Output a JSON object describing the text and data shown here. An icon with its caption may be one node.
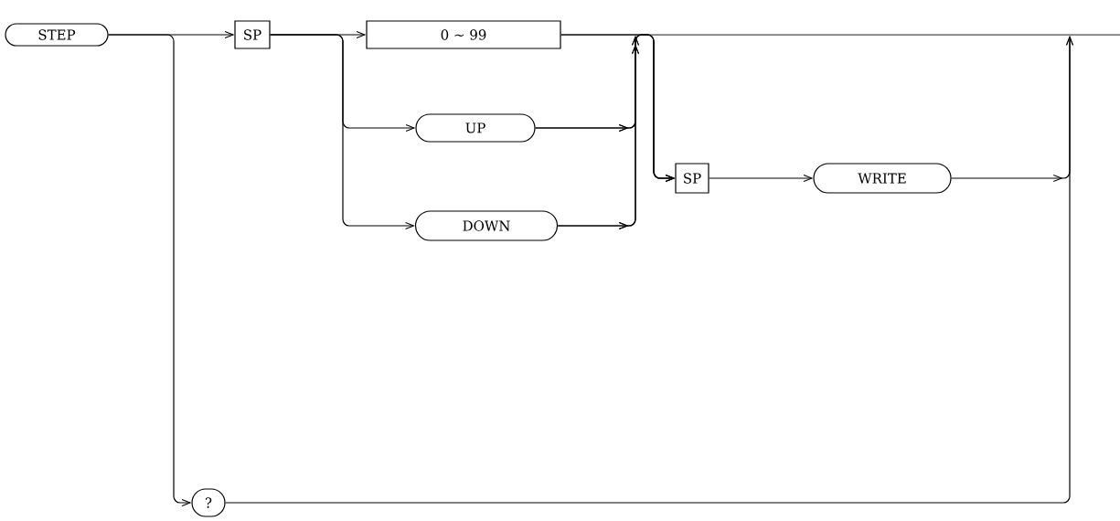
{
  "diagram": {
    "nodes": [
      {
        "text": [
          "STEP"
        ]
      },
      {
        "text": [
          "SP"
        ]
      },
      {
        "text": [
          "0 ~ 99"
        ]
      },
      {
        "text": [
          "UP"
        ]
      },
      {
        "text": [
          "DOWN"
        ]
      },
      {
        "text": [
          "SP"
        ]
      },
      {
        "text": [
          "WRITE"
        ]
      },
      {
        "text": [
          "?"
        ]
      }
    ],
    "edges": [
      {
        "from": 0,
        "to": 1,
        "arrow": "to"
      },
      {
        "from": 0,
        "to": 7,
        "arrow": "to"
      },
      {
        "from": 1,
        "to": 2,
        "arrow": "to"
      },
      {
        "from": 1,
        "to": 3,
        "arrow": "to"
      },
      {
        "from": 1,
        "to": 4,
        "arrow": "to"
      },
      {
        "from": 2,
        "to": null,
        "arrow": "none"
      },
      {
        "from": 3,
        "to": null,
        "arrow": "to"
      },
      {
        "from": 4,
        "to": null,
        "arrow": "to"
      },
      {
        "from": 2,
        "to": 5,
        "arrow": "to"
      },
      {
        "from": 3,
        "to": 5,
        "arrow": "to"
      },
      {
        "from": 4,
        "to": 5,
        "arrow": "to"
      },
      {
        "from": 5,
        "to": 6,
        "arrow": "to"
      },
      {
        "from": 6,
        "to": null,
        "arrow": "to"
      },
      {
        "from": 7,
        "to": null,
        "arrow": "to"
      }
    ]
  }
}
